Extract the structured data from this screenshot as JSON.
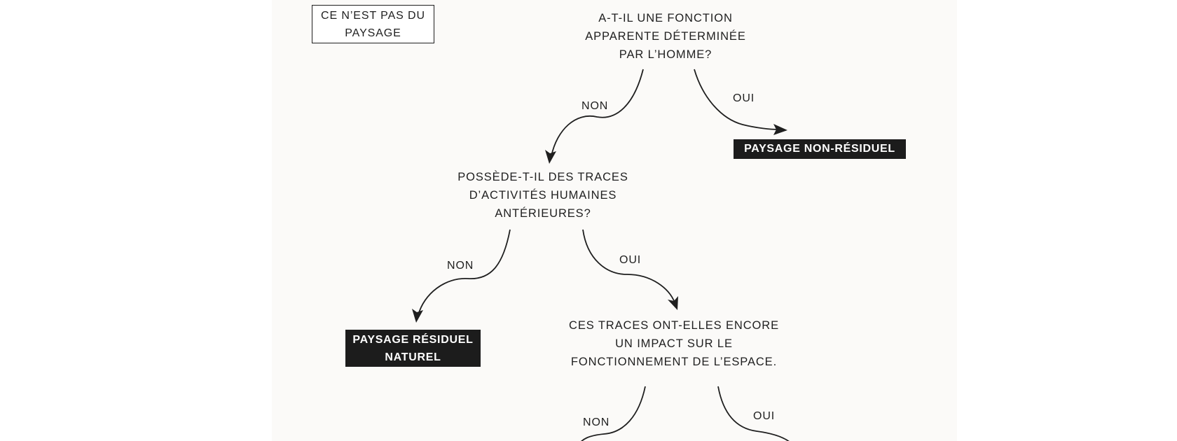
{
  "not_landscape_box": "CE N’EST PAS DU\nPAYSAGE",
  "questions": {
    "q_function": "A-T-IL UNE FONCTION\nAPPARENTE DÉTERMINÉE\nPAR L’HOMME?",
    "q_traces": "POSSÈDE-T-IL DES TRACES\nD’ACTIVITÉS HUMAINES\nANTÉRIEURES?",
    "q_impact": "CES TRACES ONT-ELLES ENCORE\nUN IMPACT SUR LE\nFONCTIONNEMENT DE L’ESPACE."
  },
  "answers": {
    "function_no": "NON",
    "function_yes": "OUI",
    "traces_no": "NON",
    "traces_yes": "OUI",
    "impact_no": "NON",
    "impact_yes": "OUI"
  },
  "results": {
    "non_residual": "PAYSAGE NON-RÉSIDUEL",
    "residual_natural": "PAYSAGE RÉSIDUEL\nNATUREL"
  },
  "colors": {
    "ink": "#1f1f1f",
    "result_background": "#1c1c1c",
    "result_text": "#ffffff",
    "paper": "#fbfaf8"
  }
}
